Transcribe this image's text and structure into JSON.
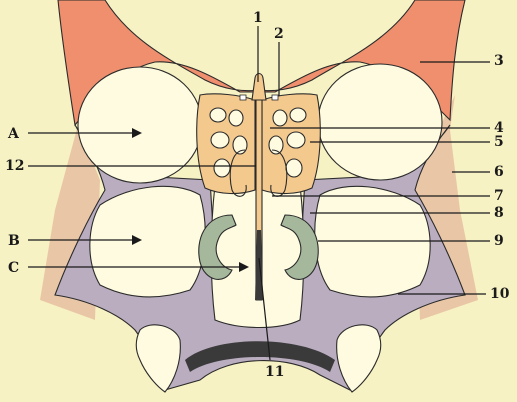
{
  "labels": {
    "numbers": [
      "1",
      "2",
      "3",
      "4",
      "5",
      "6",
      "7",
      "8",
      "9",
      "10",
      "11",
      "12"
    ],
    "letters": [
      "A",
      "B",
      "C"
    ]
  },
  "colors": {
    "background": "#f7f2c4",
    "frontal_bone": "#ef8f6e",
    "ethmoid": "#f3c98e",
    "maxilla": "#b9adbf",
    "turbinate": "#a5b89c",
    "skin": "#e9c7a6",
    "cavity": "#fffbe0",
    "palate_shadow": "#3a3a3a"
  }
}
